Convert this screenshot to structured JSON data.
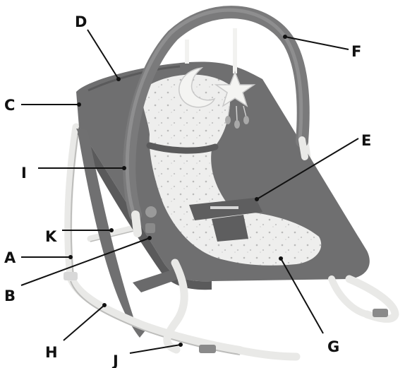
{
  "diagram": {
    "subject": "baby bouncer",
    "colors": {
      "fabric": "#6f6f70",
      "fabric_dark": "#5a5a5b",
      "frame": "#e9e9e7",
      "frame_shadow": "#bdbdbb",
      "insert": "#eeeeed",
      "star_dots": "#b9b9b9",
      "toy": "#f4f4f2",
      "label_ink": "#111111"
    },
    "callouts": [
      {
        "id": "A",
        "label": "A"
      },
      {
        "id": "B",
        "label": "B"
      },
      {
        "id": "C",
        "label": "C"
      },
      {
        "id": "D",
        "label": "D"
      },
      {
        "id": "E",
        "label": "E"
      },
      {
        "id": "F",
        "label": "F"
      },
      {
        "id": "G",
        "label": "G"
      },
      {
        "id": "H",
        "label": "H"
      },
      {
        "id": "I",
        "label": "I"
      },
      {
        "id": "J",
        "label": "J"
      },
      {
        "id": "K",
        "label": "K"
      }
    ]
  }
}
